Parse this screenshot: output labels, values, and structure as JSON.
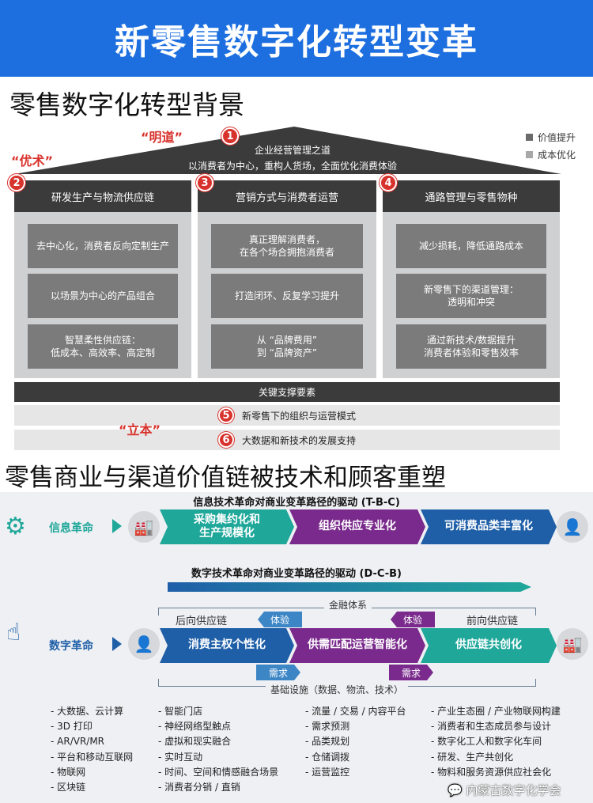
{
  "title": "新零售数字化转型变革",
  "section1": {
    "heading": "零售数字化转型背景",
    "mingdao": "“明道”",
    "youshu": "“优术”",
    "liben": "“立本”",
    "legend": [
      "价值提升",
      "成本优化"
    ],
    "roof": {
      "num": "1",
      "title": "企业经营管理之道",
      "subtitle": "以消费者为中心，重构人货场，全面优化消费体验"
    },
    "columns": [
      {
        "num": "2",
        "title": "研发生产与物流供应链",
        "items": [
          "去中心化，消费者反向定制生产",
          "以场景为中心的产品组合",
          "智慧柔性供应链：\n低成本、高效率、高定制"
        ]
      },
      {
        "num": "3",
        "title": "营销方式与消费者运营",
        "items": [
          "真正理解消费者，\n在各个场合拥抱消费者",
          "打造闭环、反复学习提升",
          "从 “品牌费用”\n到 “品牌资产”"
        ]
      },
      {
        "num": "4",
        "title": "通路管理与零售物种",
        "items": [
          "减少损耗，降低通路成本",
          "新零售下的渠道管理：\n透明和冲突",
          "通过新技术/数据提升\n消费者体验和零售效率"
        ]
      }
    ],
    "support": "关键支撑要素",
    "rows": [
      {
        "num": "5",
        "text": "新零售下的组织与运营模式"
      },
      {
        "num": "6",
        "text": "大数据和新技术的发展支持"
      }
    ]
  },
  "section2": {
    "heading": "零售商业与渠道价值链被技术和顾客重塑",
    "tbc_title": "信息技术革命对商业变革路径的驱动 (T-B-C)",
    "info_label": "信息革命",
    "tbc_steps": [
      "采购集约化和\n生产规模化",
      "组织供应专业化",
      "可消费品类丰富化"
    ],
    "dcb_title": "数字技术革命对商业变革路径的驱动 (D-C-B)",
    "digital_label": "数字革命",
    "finance": "金融体系",
    "backward": "后向供应链",
    "forward": "前向供应链",
    "experience": "体验",
    "demand": "需求",
    "dcb_steps": [
      "消费主权个性化",
      "供需匹配运营智能化",
      "供应链共创化"
    ],
    "infra": "基础设施（数据、物流、技术）",
    "lists": [
      [
        "- 大数据、云计算",
        "- 3D 打印",
        "- AR/VR/MR",
        "- 平台和移动互联网",
        "- 物联网",
        "- 区块链"
      ],
      [
        "- 智能门店",
        "- 神经网络型触点",
        "- 虚拟和现实融合",
        "- 实时互动",
        "- 时间、空间和情感融合场景",
        "- 消费者分销 / 直销"
      ],
      [
        "- 流量 / 交易 / 内容平台",
        "- 需求预测",
        "- 品类规划",
        "- 仓储调拨",
        "- 运营监控"
      ],
      [
        "- 产业生态圈 / 产业物联网构建",
        "- 消费者和生态成员参与设计",
        "- 数字化工人和数字化车间",
        "- 研发、生产共创化",
        "- 物料和服务资源供应社会化"
      ]
    ],
    "watermark": "内蒙古数字化学会"
  },
  "colors": {
    "blue": "#1d6fe0",
    "red": "#d8322c",
    "teal": "#1fa79a",
    "purple": "#7a2a8c",
    "navy": "#1f5fa8"
  }
}
